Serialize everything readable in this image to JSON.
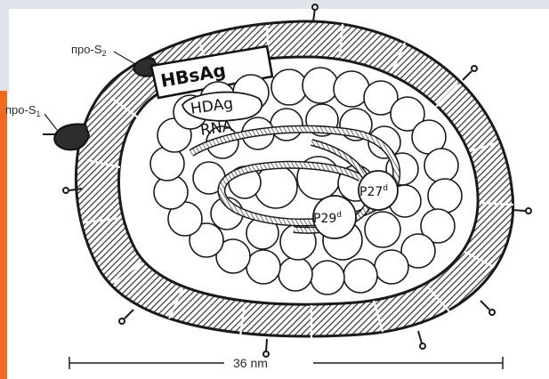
{
  "labels": {
    "pre_s2": "пpo-S",
    "pre_s2_sub": "2",
    "pre_s1": "пpo-S",
    "pre_s1_sub": "1",
    "hbsag": "HBsAg",
    "hdag": "HDAg",
    "rna": "RNA",
    "p27": "P27",
    "p27_sup": "d",
    "p29": "P29",
    "p29_sup": "d"
  },
  "scale_bar": {
    "text": "36 nm"
  },
  "colors": {
    "accent_bar": "#f26a1b",
    "band": "#dfe4ea",
    "ink": "#1a1a1a",
    "hatch": "#3d3d3d"
  }
}
